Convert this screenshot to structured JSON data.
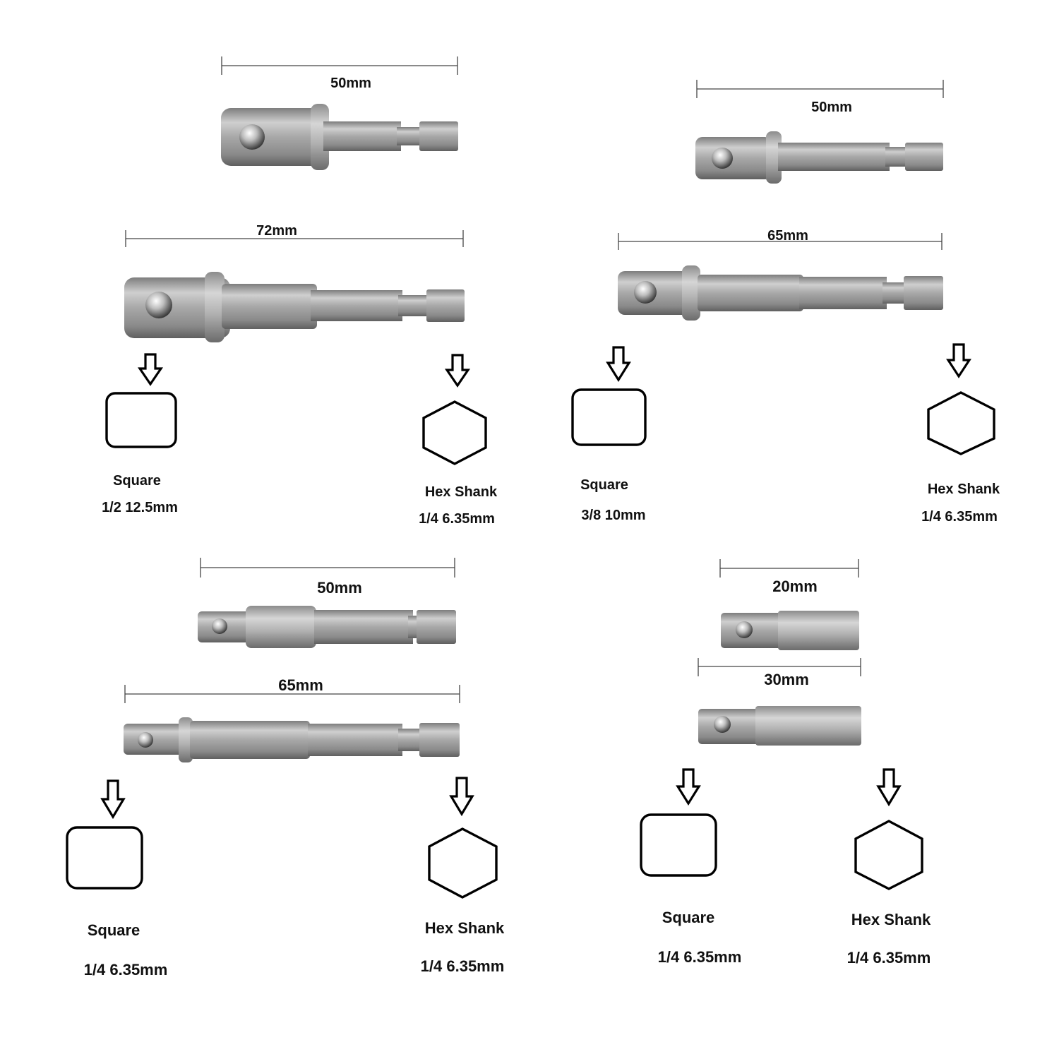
{
  "colors": {
    "background": "#ffffff",
    "metal_light": "#c9c9c9",
    "metal_mid": "#9a9a9a",
    "metal_dark": "#5e5e5e",
    "outline": "#000000"
  },
  "panels": [
    {
      "id": "top-left",
      "adapters": [
        {
          "length_label": "50mm",
          "square_size": "1/2"
        },
        {
          "length_label": "72mm",
          "square_size": "1/2"
        }
      ],
      "square": {
        "label": "Square",
        "size": "1/2 12.5mm"
      },
      "hex": {
        "label": "Hex Shank",
        "size": "1/4 6.35mm"
      }
    },
    {
      "id": "top-right",
      "adapters": [
        {
          "length_label": "50mm",
          "square_size": "3/8"
        },
        {
          "length_label": "65mm",
          "square_size": "3/8"
        }
      ],
      "square": {
        "label": "Square",
        "size": "3/8 10mm"
      },
      "hex": {
        "label": "Hex Shank",
        "size": "1/4 6.35mm"
      }
    },
    {
      "id": "bottom-left",
      "adapters": [
        {
          "length_label": "50mm",
          "square_size": "1/4"
        },
        {
          "length_label": "65mm",
          "square_size": "1/4"
        }
      ],
      "square": {
        "label": "Square",
        "size": "1/4 6.35mm"
      },
      "hex": {
        "label": "Hex Shank",
        "size": "1/4 6.35mm"
      }
    },
    {
      "id": "bottom-right",
      "adapters": [
        {
          "length_label": "20mm",
          "square_size": "1/4"
        },
        {
          "length_label": "30mm",
          "square_size": "1/4"
        }
      ],
      "square": {
        "label": "Square",
        "size": "1/4 6.35mm"
      },
      "hex": {
        "label": "Hex Shank",
        "size": "1/4 6.35mm"
      }
    }
  ]
}
